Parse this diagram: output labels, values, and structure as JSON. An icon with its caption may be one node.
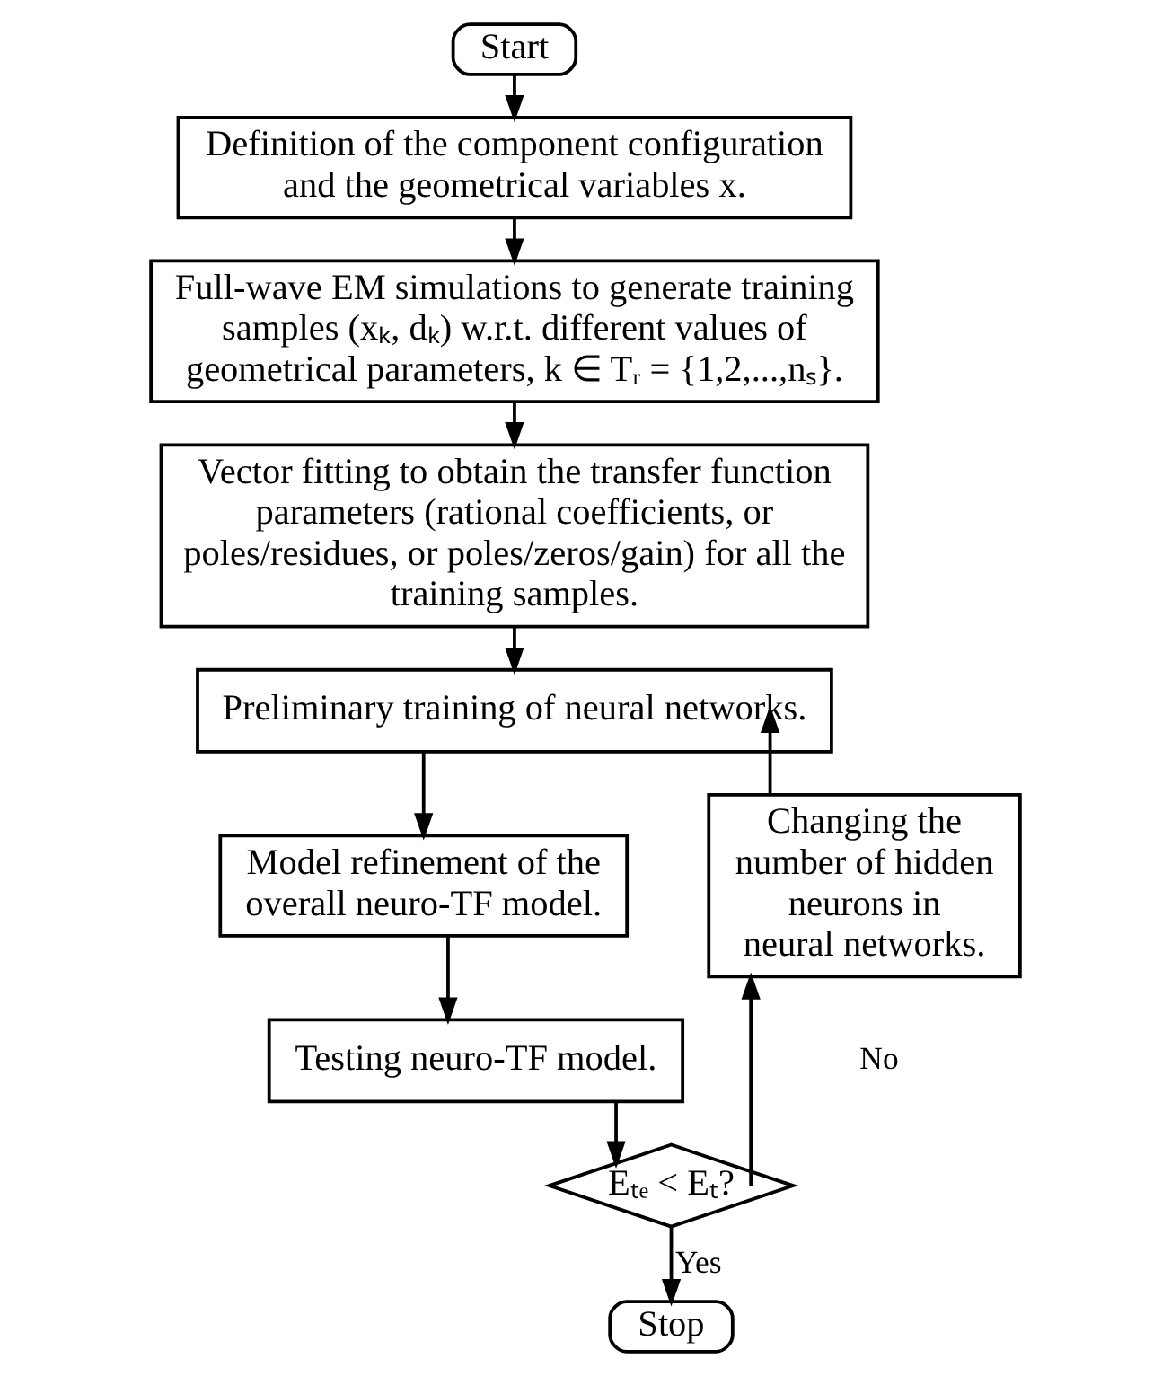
{
  "diagram": {
    "nodes": [
      {
        "text": [
          "Start"
        ]
      },
      {
        "text": [
          "Definition of the component configuration and the geometrical variables x."
        ]
      },
      {
        "text": [
          "Full-wave EM simulations to generate training samples (xₖ, dₖ) w.r.t. different values of geometrical parameters, k ∈ Tᵣ = {1,2,...,nₛ}."
        ]
      },
      {
        "text": [
          "Vector fitting to obtain the transfer function parameters (rational coefficients, or poles/residues, or poles/zeros/gain) for all the training samples."
        ]
      },
      {
        "text": [
          "Preliminary training of neural networks."
        ]
      },
      {
        "text": [
          "Model refinement of the overall neuro-TF model."
        ]
      },
      {
        "text": [
          "Testing neuro-TF model."
        ]
      },
      {
        "text": [
          "Eₜₑ < Eₜ?"
        ]
      },
      {
        "text": [
          "Changing the number of hidden neurons in neural networks."
        ]
      },
      {
        "text": [
          "Stop"
        ]
      }
    ],
    "edges": [
      {
        "from": 0,
        "to": 1,
        "arrow": "to"
      },
      {
        "from": 1,
        "to": 2,
        "arrow": "to"
      },
      {
        "from": 2,
        "to": 3,
        "arrow": "to"
      },
      {
        "from": 3,
        "to": 4,
        "arrow": "to"
      },
      {
        "from": 4,
        "to": 5,
        "arrow": "to"
      },
      {
        "from": 5,
        "to": 6,
        "arrow": "to"
      },
      {
        "from": 6,
        "to": 7,
        "arrow": "to"
      },
      {
        "from": 7,
        "to": 8,
        "arrow": "to",
        "label": "No"
      },
      {
        "from": 8,
        "to": 4,
        "arrow": "to"
      },
      {
        "from": 7,
        "to": 9,
        "arrow": "to",
        "label": "Yes"
      }
    ]
  }
}
